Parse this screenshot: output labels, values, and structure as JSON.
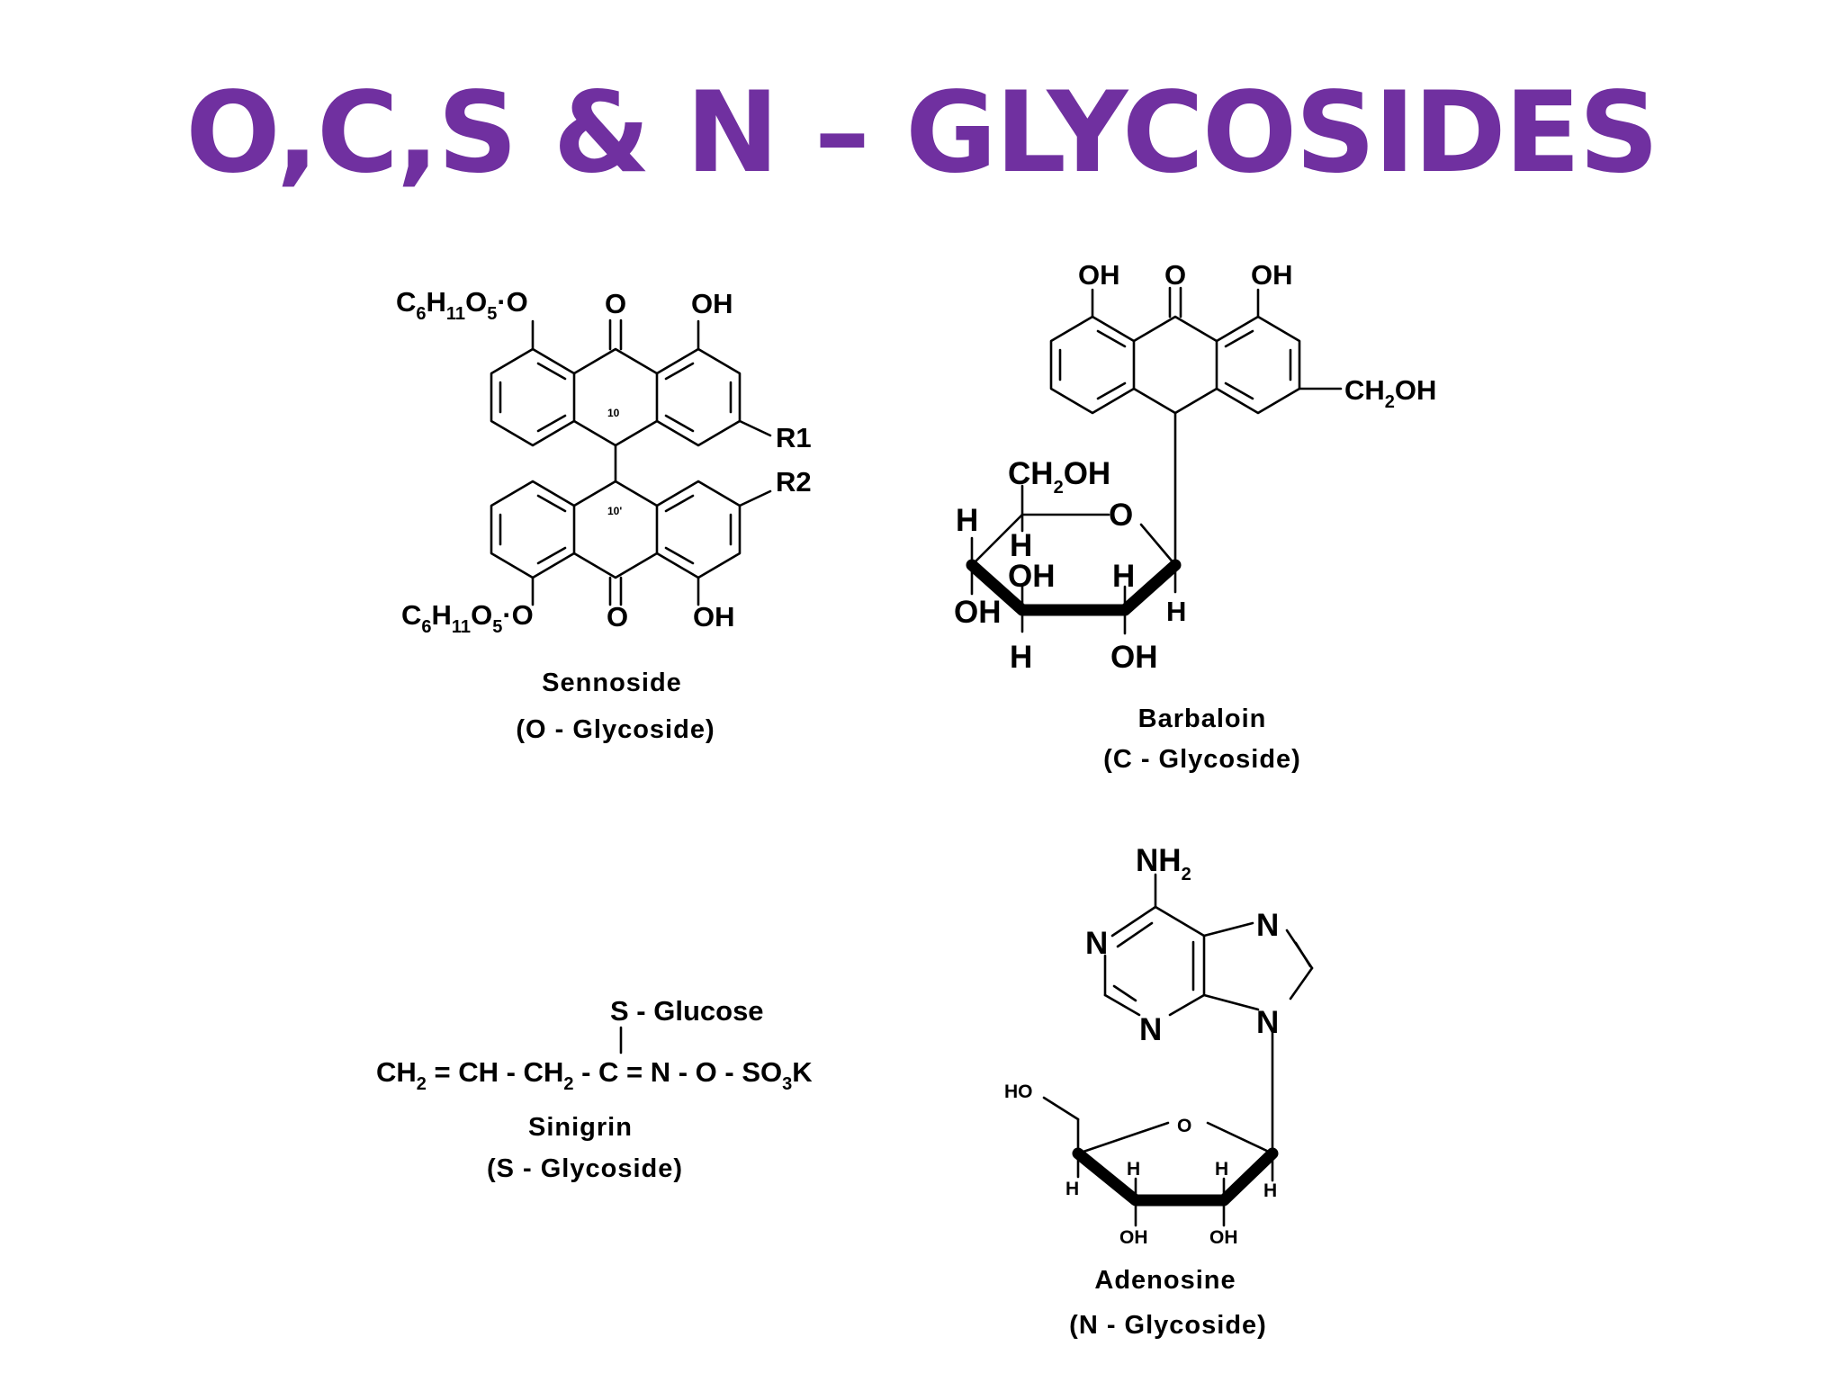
{
  "slide": {
    "title": "O,C,S & N – GLYCOSIDES",
    "title_color": "#7030a0"
  },
  "sennoside": {
    "name": "Sennoside",
    "type": "(O - Glycoside)",
    "sugar_main": "C",
    "sugar_s1": "6",
    "sugar_h": "H",
    "sugar_s2": "11",
    "sugar_o": "O",
    "sugar_s3": "5",
    "sugar_link": "·O",
    "carbonyl": "O",
    "hydroxyl": "OH",
    "r1": "R1",
    "r2": "R2",
    "pos10": "10",
    "pos10p": "10'"
  },
  "barbaloin": {
    "name": "Barbaloin",
    "type": "(C - Glycoside)",
    "hydroxyl": "OH",
    "carbonyl": "O",
    "ch2oh_main": "CH",
    "ch2oh_sub": "2",
    "ch2oh_end": "OH",
    "ring_o": "O",
    "h": "H"
  },
  "sinigrin": {
    "name": "Sinigrin",
    "type": "(S - Glycoside)",
    "s_glucose": "S - Glucose",
    "f1": "CH",
    "f1s": "2",
    "f2": " = CH - CH",
    "f2s": "2",
    "f3": " - C = N - O - SO",
    "f3s": "3",
    "f4": "K"
  },
  "adenosine": {
    "name": "Adenosine",
    "type": "(N - Glycoside)",
    "nh2_main": "NH",
    "nh2_sub": "2",
    "n": "N",
    "ho": "HO",
    "ring_o": "O",
    "h": "H",
    "oh": "OH"
  }
}
